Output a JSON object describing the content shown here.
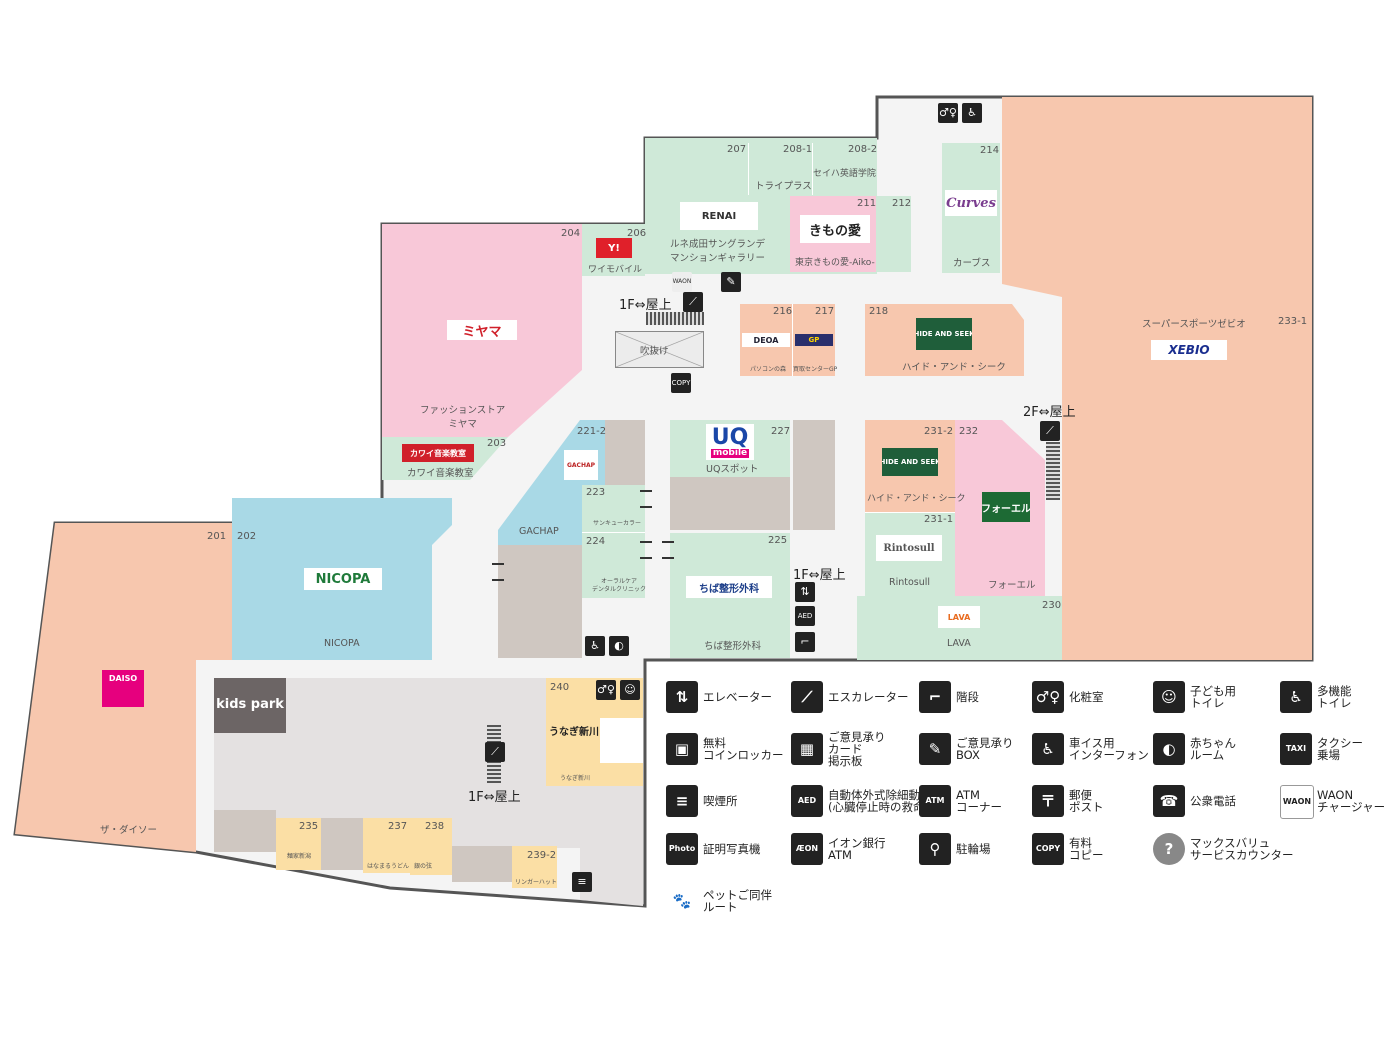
{
  "shops": {
    "s207": {
      "num": "207",
      "name": "ルネ成田サングランデ\nマンションギャラリー",
      "logo": "RENAI"
    },
    "s208_1": {
      "num": "208-1",
      "name": "トライプラス"
    },
    "s208_2": {
      "num": "208-2",
      "name": "セイハ英語学院"
    },
    "s211": {
      "num": "211",
      "name": "東京きもの愛-Aiko-",
      "logo": "きもの愛"
    },
    "s212": {
      "num": "212"
    },
    "s214": {
      "num": "214",
      "name": "カーブス",
      "logo": "Curves"
    },
    "s204": {
      "num": "204",
      "name": "ファッションストア\nミヤマ",
      "logo": "ミヤマ"
    },
    "s206": {
      "num": "206",
      "name": "ワイモバイル",
      "logo": "Y!"
    },
    "s216": {
      "num": "216",
      "name": "パソコンの森",
      "logo": "DEOA"
    },
    "s217": {
      "num": "217",
      "name": "買取センターGP",
      "logo": "GP"
    },
    "s218": {
      "num": "218",
      "name": "ハイド・アンド・シーク",
      "logo": "HIDE AND SEEK"
    },
    "s233_1": {
      "num": "233-1",
      "name": "スーパースポーツゼビオ",
      "logo": "XEBIO"
    },
    "s203": {
      "num": "203",
      "name": "カワイ音楽教室",
      "logo": "カワイ音楽教室"
    },
    "s221_2": {
      "num": "221-2",
      "logo": "GACHAP"
    },
    "s227": {
      "num": "227",
      "name": "UQスポット",
      "logo_top": "UQ",
      "logo_bottom": "mobile"
    },
    "s231_2": {
      "num": "231-2",
      "name": "ハイド・アンド・シーク",
      "logo": "HIDE AND SEEK"
    },
    "s232": {
      "num": "232",
      "name": "フォーエル",
      "logo": "フォーエル"
    },
    "s223": {
      "num": "223",
      "name": "サンキューカラー"
    },
    "s224": {
      "num": "224",
      "name": "オーラルケア\nデンタルクリニック"
    },
    "gachap": {
      "name": "GACHAP"
    },
    "s231_1": {
      "num": "231-1",
      "name": "Rintosull",
      "logo": "Rintosull"
    },
    "s201": {
      "num": "201",
      "name": "ザ・ダイソー",
      "logo": "DAISO"
    },
    "s202": {
      "num": "202",
      "name": "NICOPA",
      "logo": "NICOPA"
    },
    "s225": {
      "num": "225",
      "name": "ちば整形外科",
      "logo": "ちば整形外科"
    },
    "s230": {
      "num": "230",
      "name": "LAVA",
      "logo": "LAVA"
    },
    "s240": {
      "num": "240",
      "name": "うなぎ新川",
      "logo": "うなぎ新川"
    },
    "kidspark": {
      "name": "kids park"
    },
    "s235": {
      "num": "235",
      "name": "麺家新潟"
    },
    "s237": {
      "num": "237",
      "name": "はなまるうどん"
    },
    "s238": {
      "num": "238",
      "name": "銀の弦"
    },
    "s239_2": {
      "num": "239-2",
      "name": "リンガーハット"
    },
    "fukinuke": {
      "name": "吹抜け"
    }
  },
  "escalators": {
    "e1": "1F⇔屋上",
    "e2": "2F⇔屋上",
    "e3": "1F⇔屋上",
    "e4": "1F⇔屋上"
  },
  "legend": [
    {
      "icon": "elevator-icon",
      "glyph": "⇅",
      "label": "エレベーター"
    },
    {
      "icon": "escalator-icon",
      "glyph": "⟋",
      "label": "エスカレーター"
    },
    {
      "icon": "stairs-icon",
      "glyph": "⌐",
      "label": "階段"
    },
    {
      "icon": "restroom-icon",
      "glyph": "♂♀",
      "label": "化粧室"
    },
    {
      "icon": "kids-restroom-icon",
      "glyph": "☺",
      "label": "子ども用\nトイレ"
    },
    {
      "icon": "multipurpose-restroom-icon",
      "glyph": "♿",
      "label": "多機能\nトイレ"
    },
    {
      "icon": "coin-locker-icon",
      "glyph": "▣",
      "label": "無料\nコインロッカー"
    },
    {
      "icon": "card-board-icon",
      "glyph": "▦",
      "label": "ご意見承り\nカード\n掲示板"
    },
    {
      "icon": "opinion-box-icon",
      "glyph": "✎",
      "label": "ご意見承り\nBOX"
    },
    {
      "icon": "wheelchair-intercom-icon",
      "glyph": "♿",
      "label": "車イス用\nインターフォン"
    },
    {
      "icon": "baby-room-icon",
      "glyph": "◐",
      "label": "赤ちゃん\nルーム"
    },
    {
      "icon": "taxi-icon",
      "glyph": "TAXI",
      "label": "タクシー\n乗場"
    },
    {
      "icon": "smoking-area-icon",
      "glyph": "≡",
      "label": "喫煙所"
    },
    {
      "icon": "aed-icon",
      "glyph": "AED",
      "label": "自動体外式除細動器\n(心臓停止時の救命装置)"
    },
    {
      "icon": "atm-icon",
      "glyph": "ATM",
      "label": "ATM\nコーナー"
    },
    {
      "icon": "post-box-icon",
      "glyph": "〒",
      "label": "郵便\nポスト"
    },
    {
      "icon": "public-phone-icon",
      "glyph": "☎",
      "label": "公衆電話"
    },
    {
      "icon": "waon-charger-icon",
      "glyph": "WAON",
      "label": "WAON\nチャージャー"
    },
    {
      "icon": "photo-booth-icon",
      "glyph": "Photo",
      "label": "証明写真機"
    },
    {
      "icon": "aeon-bank-atm-icon",
      "glyph": "ÆON",
      "label": "イオン銀行\nATM"
    },
    {
      "icon": "bicycle-parking-icon",
      "glyph": "⚲",
      "label": "駐輪場"
    },
    {
      "icon": "copy-icon",
      "glyph": "COPY",
      "label": "有料\nコピー"
    },
    {
      "icon": "service-counter-icon",
      "glyph": "?",
      "label": "マックスバリュ\nサービスカウンター"
    },
    {
      "icon": "pet-route-icon",
      "glyph": "🐾",
      "label": "ペットご同伴\nルート"
    }
  ],
  "colors": {
    "green": "#cfe9d8",
    "pink": "#f8c8d8",
    "salmon": "#f7c7ae",
    "blue": "#a9d9e6",
    "yellow": "#fbdfa5",
    "gray": "#cfc7c1",
    "lightgray": "#e4e1e1",
    "corridor": "#f5f5f5"
  }
}
